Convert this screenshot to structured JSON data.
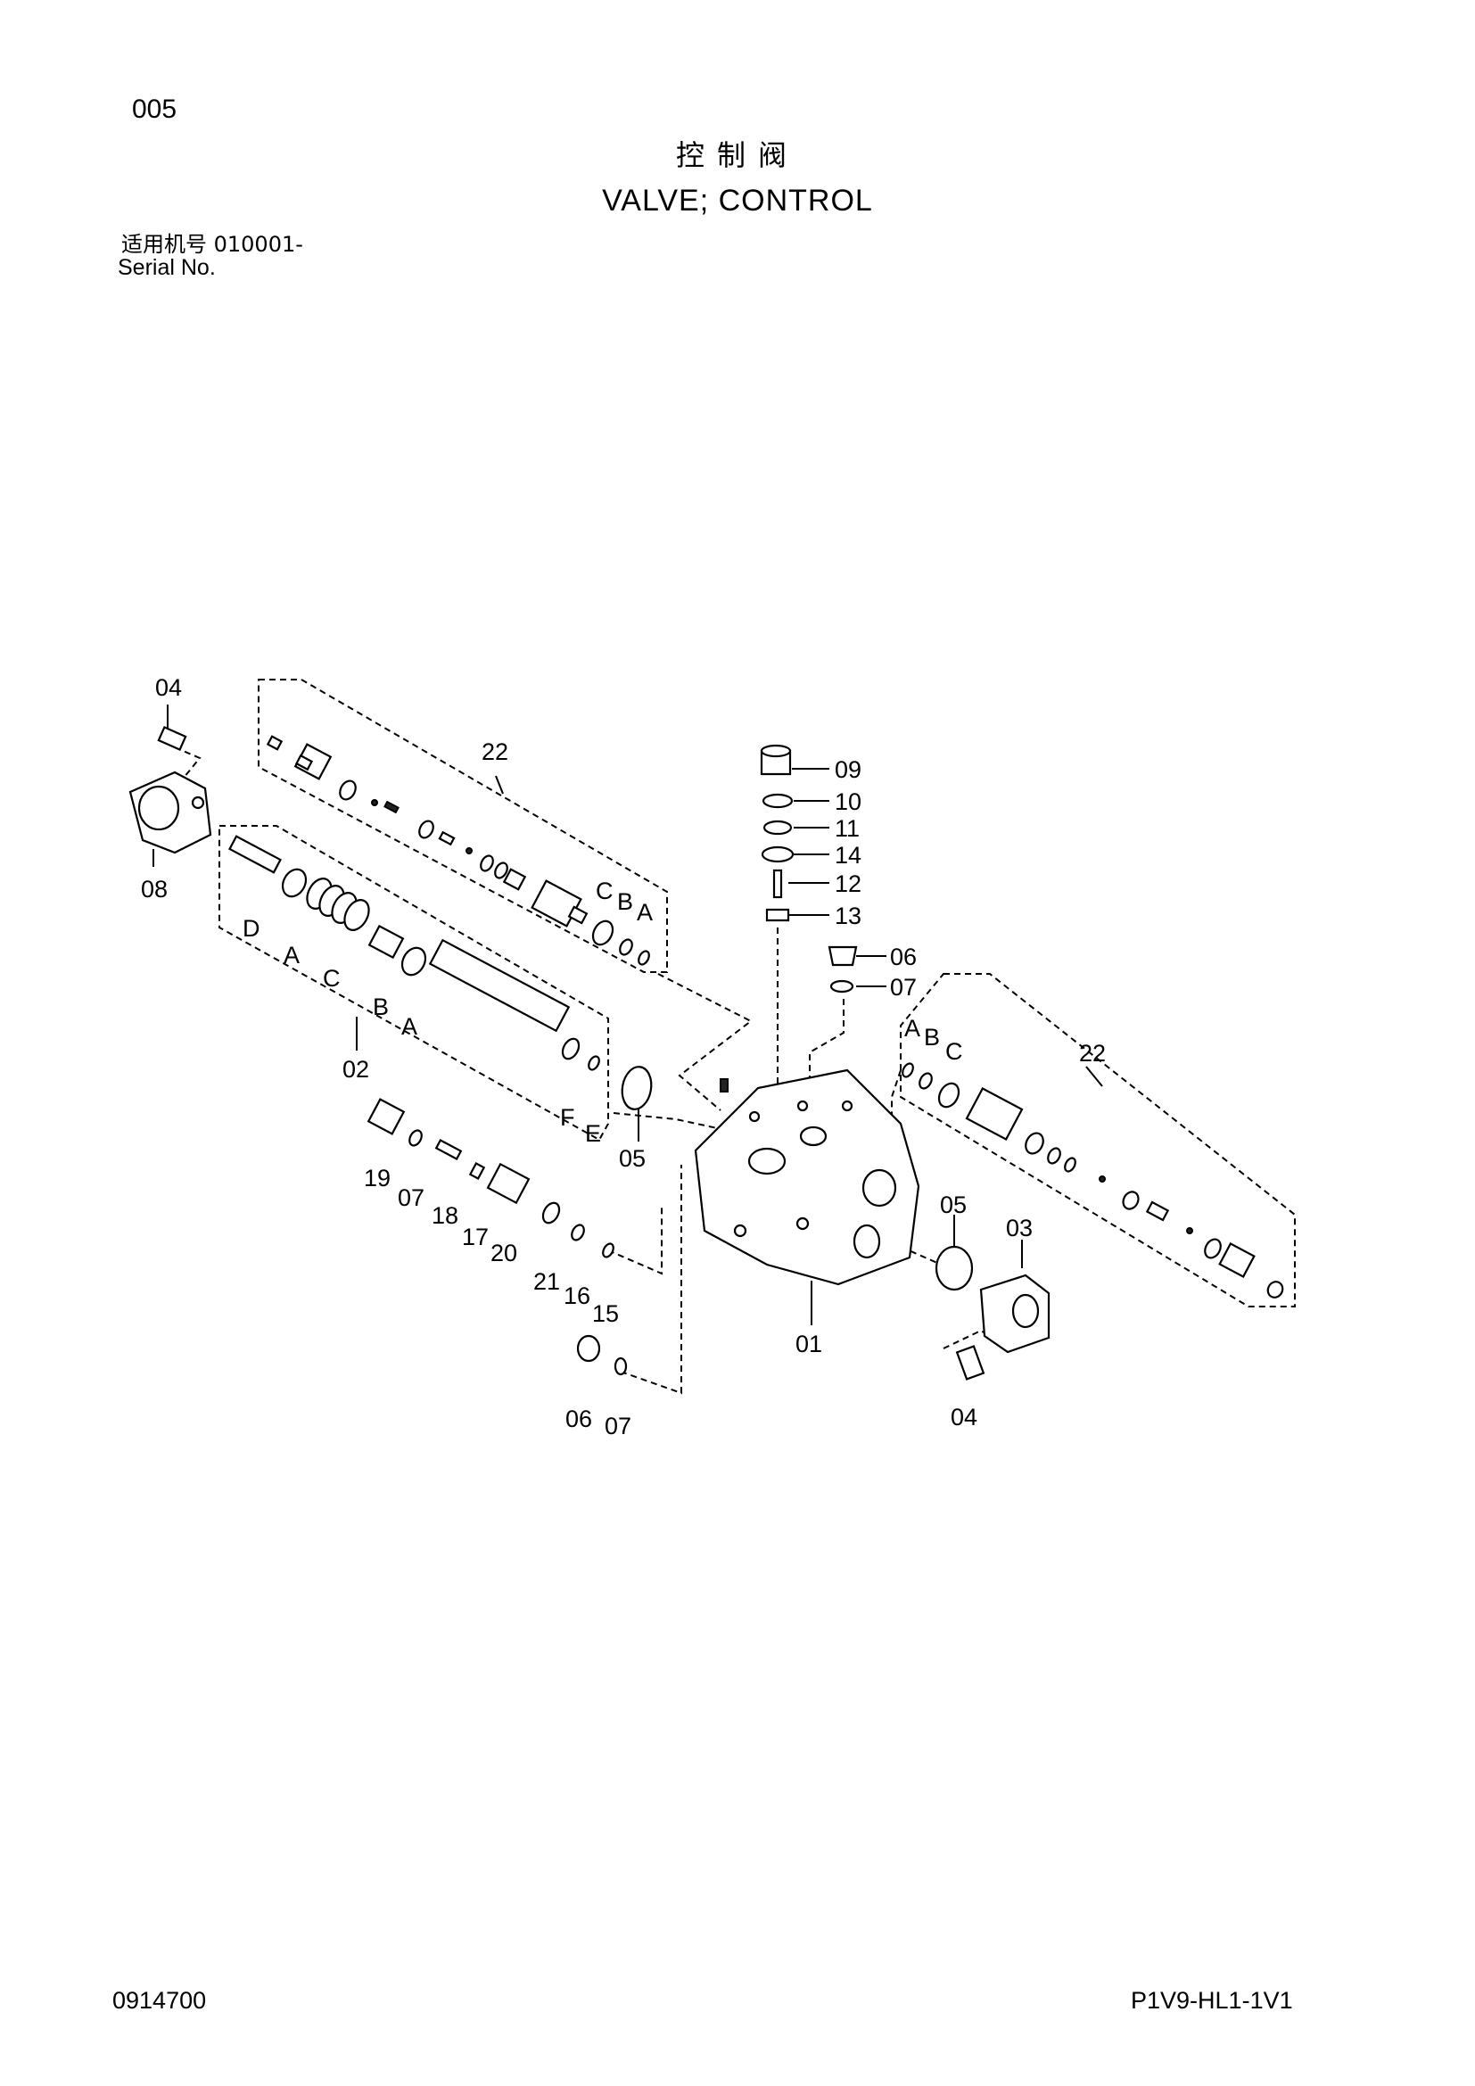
{
  "header": {
    "page_number": "005",
    "title_zh": "控制阀",
    "title_en": "VALVE; CONTROL",
    "serial_zh": "适用机号 010001-",
    "serial_en": "Serial No."
  },
  "footer": {
    "left_code": "0914700",
    "right_code": "P1V9-HL1-1V1"
  },
  "callouts": {
    "c04a": "04",
    "c22a": "22",
    "c08": "08",
    "c09": "09",
    "c10": "10",
    "c11": "11",
    "c14": "14",
    "c12": "12",
    "c13": "13",
    "c06a": "06",
    "c07a": "07",
    "cC1": "C",
    "cB1": "B",
    "cA1": "A",
    "cD": "D",
    "cA2": "A",
    "cC2": "C",
    "cB2": "B",
    "cA3": "A",
    "c02": "02",
    "cF": "F",
    "cE": "E",
    "c05a": "05",
    "cA4": "A",
    "cB4": "B",
    "cC4": "C",
    "c22b": "22",
    "c19": "19",
    "c07b": "07",
    "c18": "18",
    "c17": "17",
    "c20": "20",
    "c21": "21",
    "c16": "16",
    "c15": "15",
    "c05b": "05",
    "c03": "03",
    "c01": "01",
    "c06b": "06",
    "c07c": "07",
    "c04b": "04"
  }
}
